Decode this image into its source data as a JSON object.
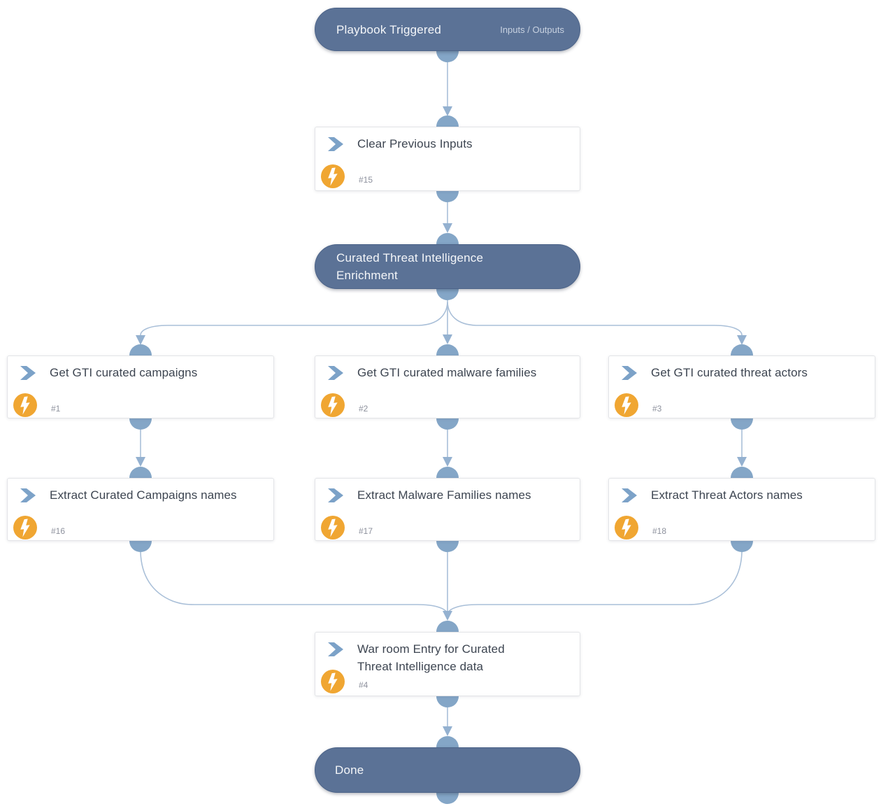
{
  "colors": {
    "pill-bg": "#5b7296",
    "pill-border": "#4d6489",
    "pill-text": "#f4f6f9",
    "pill-sub": "#c8d2e1",
    "box-bg": "#ffffff",
    "box-border": "#e3e4e7",
    "title": "#3d4551",
    "num": "#8d919d",
    "chevron": "#7ca2c8",
    "bolt-bg": "#f0a632",
    "bolt-fg": "#ffffff",
    "line": "#a9bfd8",
    "dome": "#84a6c7",
    "arrow": "#94b1d0",
    "canvas-bg": "#ffffff"
  },
  "icons": {
    "action_type": "chevron-right-icon",
    "instant_action": "lightning-bolt-icon"
  },
  "nodes": {
    "start": {
      "title": "Playbook Triggered",
      "io_label": "Inputs / Outputs"
    },
    "clear": {
      "title": "Clear Previous Inputs",
      "num": "#15"
    },
    "enrichment": {
      "title": "Curated Threat Intelligence Enrichment"
    },
    "get_campaigns": {
      "title": "Get GTI curated campaigns",
      "num": "#1"
    },
    "get_malware": {
      "title": "Get GTI curated malware families",
      "num": "#2"
    },
    "get_actors": {
      "title": "Get GTI curated threat actors",
      "num": "#3"
    },
    "extract_campaigns": {
      "title": "Extract Curated Campaigns names",
      "num": "#16"
    },
    "extract_malware": {
      "title": "Extract Malware Families names",
      "num": "#17"
    },
    "extract_actors": {
      "title": "Extract Threat Actors names",
      "num": "#18"
    },
    "warroom": {
      "title": "War room Entry for Curated Threat Intelligence data",
      "num": "#4"
    },
    "done": {
      "title": "Done"
    }
  }
}
